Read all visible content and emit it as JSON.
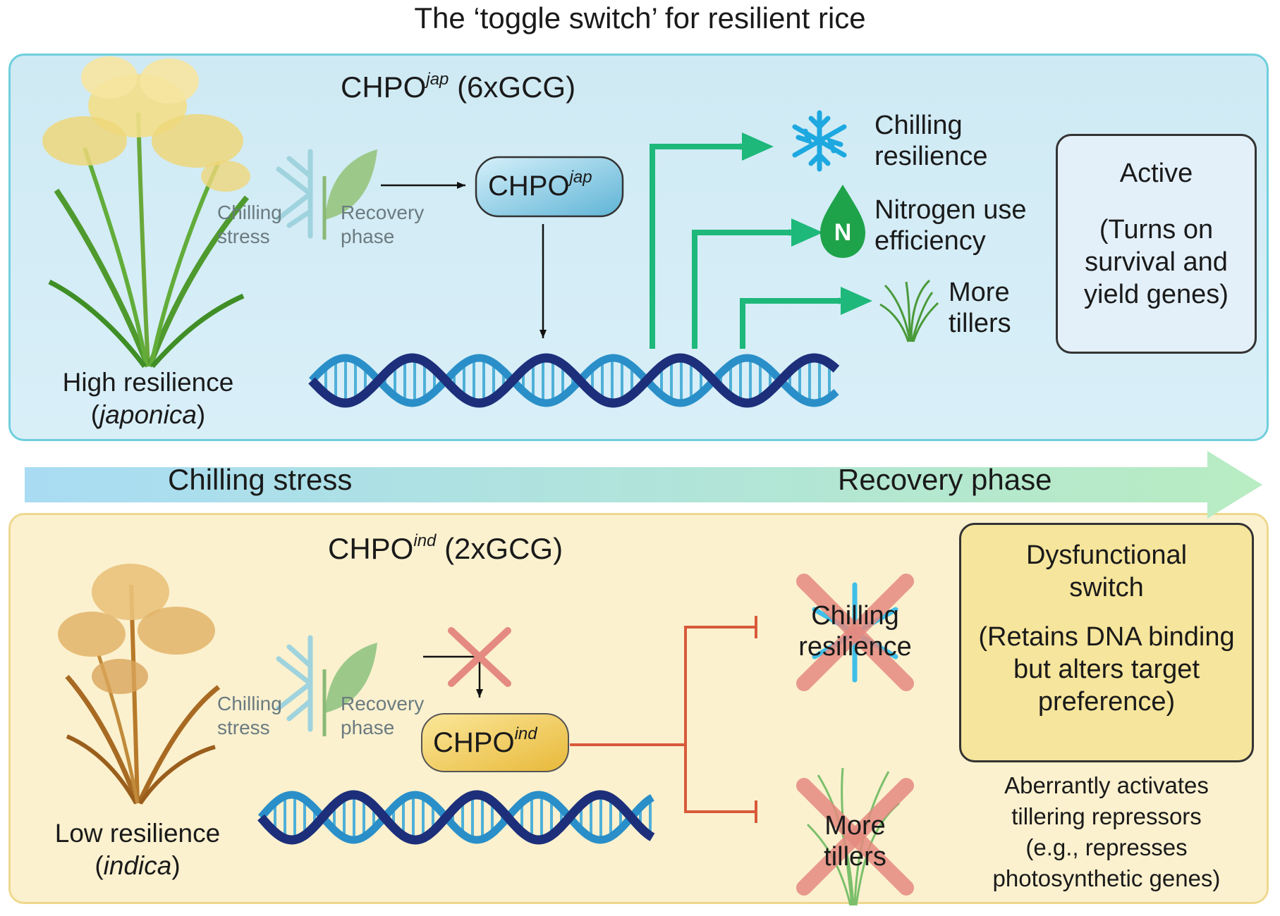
{
  "title": "The ‘toggle switch’ for resilient rice",
  "top_panel": {
    "heading_main": "CHPO",
    "heading_sup": "jap",
    "heading_suffix": "(6xGCG)",
    "plant_label_line1": "High resilience",
    "plant_label_line2": "japonica",
    "chilling_label_1": "Chilling",
    "chilling_label_2": "stress",
    "recovery_label_1": "Recovery",
    "recovery_label_2": "phase",
    "protein_main": "CHPO",
    "protein_sup": "jap",
    "outcomes": [
      {
        "line1": "Chilling",
        "line2": "resilience",
        "icon": "snowflake-icon"
      },
      {
        "line1": "Nitrogen use",
        "line2": "efficiency",
        "icon": "nitrogen-drop-icon",
        "icon_letter": "N"
      },
      {
        "line1": "More",
        "line2": "tillers",
        "icon": "tiller-plant-icon"
      }
    ],
    "status": {
      "title": "Active",
      "line1": "(Turns on",
      "line2": "survival and",
      "line3": "yield genes)"
    }
  },
  "band": {
    "left_label": "Chilling stress",
    "right_label": "Recovery phase"
  },
  "bottom_panel": {
    "heading_main": "CHPO",
    "heading_sup": "ind",
    "heading_suffix": "(2xGCG)",
    "plant_label_line1": "Low resilience",
    "plant_label_line2": "indica",
    "chilling_label_1": "Chilling",
    "chilling_label_2": "stress",
    "recovery_label_1": "Recovery",
    "recovery_label_2": "phase",
    "protein_main": "CHPO",
    "protein_sup": "ind",
    "outcomes": [
      {
        "line1": "Chilling",
        "line2": "resilience",
        "icon": "snowflake-icon",
        "blocked": true
      },
      {
        "line1": "More",
        "line2": "tillers",
        "icon": "tiller-plant-icon",
        "blocked": true
      }
    ],
    "status": {
      "title_line1": "Dysfunctional",
      "title_line2": "switch",
      "line1": "(Retains DNA binding",
      "line2": "but alters target",
      "line3": "preference)"
    },
    "note": {
      "line1": "Aberrantly activates",
      "line2": "tillering repressors",
      "line3": "(e.g., represses",
      "line4": "photosynthetic genes)"
    }
  },
  "colors": {
    "top_panel_bg": "#d6edf6",
    "top_panel_border": "#6fcfdc",
    "bottom_panel_bg": "#fbf1cf",
    "bottom_panel_border": "#efd88e",
    "activation_arrow": "#1db87a",
    "repression_line": "#d85a3a",
    "blocked_cross": "#e58a80",
    "dna_dark": "#1d2f7a",
    "dna_light": "#2a8fc8",
    "protein_top": "#8ccde6",
    "protein_bottom": "#f2cc55"
  }
}
